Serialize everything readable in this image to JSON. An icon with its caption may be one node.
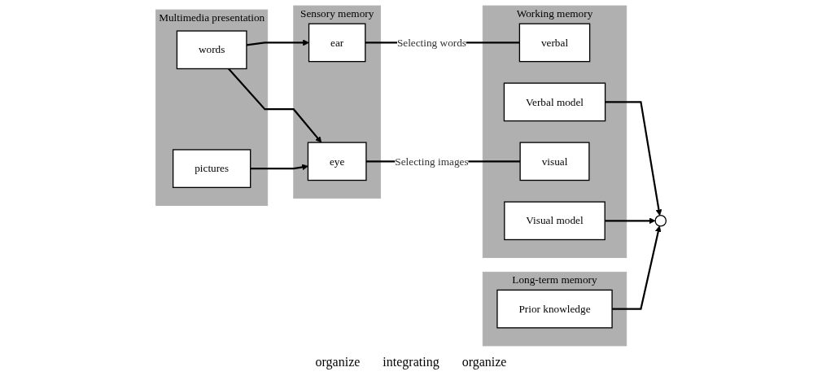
{
  "diagram": {
    "nodes": [
      {
        "text": [
          "Multimedia presentation"
        ]
      },
      {
        "text": [
          "words"
        ],
        "in": 0
      },
      {
        "text": [
          "pictures"
        ],
        "in": 0
      },
      {
        "text": [
          "Sensory memory"
        ]
      },
      {
        "text": [
          "ear"
        ],
        "in": 3
      },
      {
        "text": [
          "eye"
        ],
        "in": 3
      },
      {
        "text": [
          "Working memory"
        ]
      },
      {
        "text": [
          "verbal"
        ],
        "in": 6
      },
      {
        "text": [
          "Verbal model"
        ],
        "in": 6
      },
      {
        "text": [
          "visual"
        ],
        "in": 6
      },
      {
        "text": [
          "Visual model"
        ],
        "in": 6
      },
      {
        "text": [],
        "shape": "circle"
      },
      {
        "text": [
          "Long-term memory"
        ]
      },
      {
        "text": [
          "Prior knowledge"
        ],
        "in": 12
      }
    ],
    "edges": [
      {
        "from": 1,
        "to": 4,
        "arrow": "to"
      },
      {
        "from": 1,
        "to": 5,
        "arrow": "to"
      },
      {
        "from": 2,
        "to": 5,
        "arrow": "to"
      },
      {
        "from": 4,
        "to": 7,
        "arrow": "none",
        "label": "Selecting words"
      },
      {
        "from": 5,
        "to": 9,
        "arrow": "none",
        "label": "Selecting images"
      },
      {
        "from": 8,
        "to": 11,
        "arrow": "to"
      },
      {
        "from": 10,
        "to": 11,
        "arrow": "to"
      },
      {
        "from": 13,
        "to": 11,
        "arrow": "to"
      }
    ],
    "labels": [
      "organize",
      "integrating",
      "organize"
    ]
  }
}
